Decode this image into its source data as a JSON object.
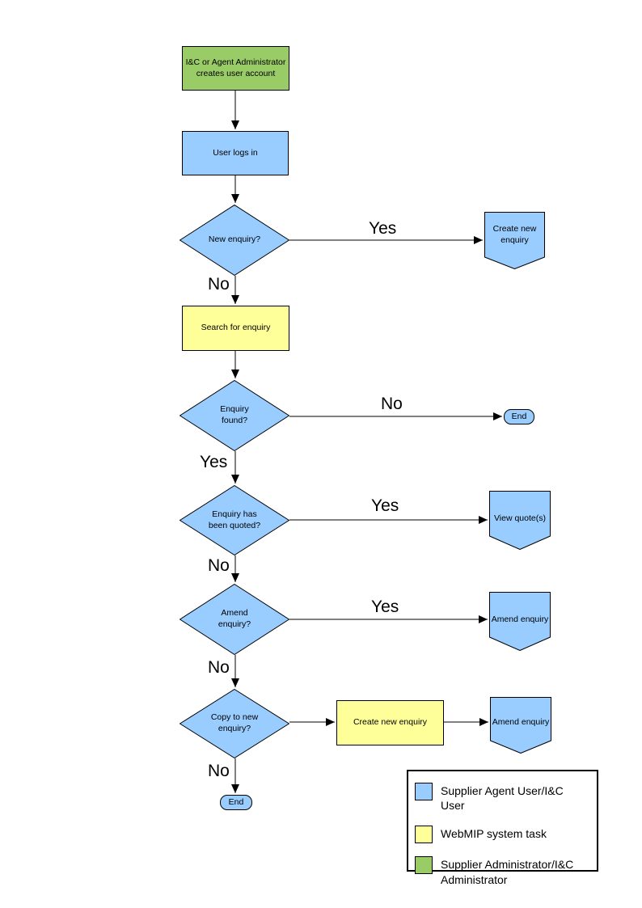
{
  "colors": {
    "background": "#FFFFFF",
    "user-fill": "#99CCFF",
    "system-fill": "#FFFF99",
    "admin-fill": "#99CC66",
    "line": "#000000"
  },
  "nodes": {
    "admin_creates_account": {
      "label": "I&C or Agent Administrator creates user account"
    },
    "user_logs_in": {
      "label": "User logs in"
    },
    "new_enquiry": {
      "label": "New enquiry?"
    },
    "create_new_enquiry_top": {
      "label": "Create new enquiry"
    },
    "search_for_enquiry": {
      "label": "Search for enquiry"
    },
    "enquiry_found": {
      "label": "Enquiry found?"
    },
    "end_right": {
      "label": "End"
    },
    "enquiry_has_been_quoted": {
      "label": "Enquiry has been quoted?"
    },
    "view_quotes": {
      "label": "View quote(s)"
    },
    "amend_enquiry_decision": {
      "label": "Amend enquiry?"
    },
    "amend_enquiry_action": {
      "label": "Amend enquiry"
    },
    "copy_to_new_enquiry": {
      "label": "Copy to new enquiry?"
    },
    "create_new_enquiry_mid": {
      "label": "Create new enquiry"
    },
    "amend_enquiry_action_2": {
      "label": "Amend enquiry"
    },
    "end_bottom": {
      "label": "End"
    }
  },
  "edge_labels": {
    "new_enquiry_yes": "Yes",
    "new_enquiry_no": "No",
    "enquiry_found_no": "No",
    "enquiry_found_yes": "Yes",
    "quoted_yes": "Yes",
    "quoted_no": "No",
    "amend_yes": "Yes",
    "amend_no": "No",
    "copy_no": "No"
  },
  "legend": {
    "items": [
      {
        "swatch": "user",
        "label": "Supplier Agent User/I&C User"
      },
      {
        "swatch": "system",
        "label": "WebMIP system task"
      },
      {
        "swatch": "admin",
        "label": "Supplier Administrator/I&C Administrator"
      }
    ]
  }
}
